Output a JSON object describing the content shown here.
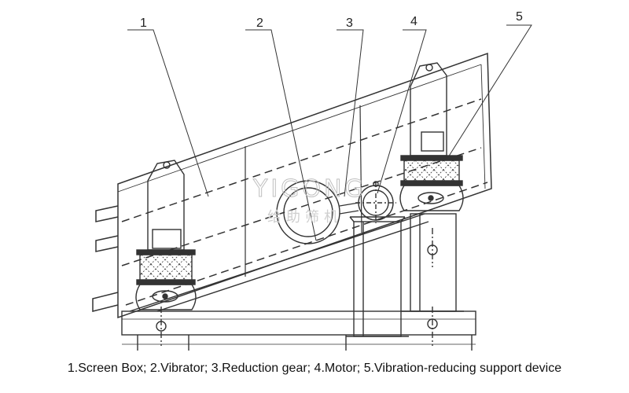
{
  "labels": [
    "1",
    "2",
    "3",
    "4",
    "5"
  ],
  "caption": "1.Screen Box; 2.Vibrator; 3.Reduction gear; 4.Motor; 5.Vibration-reducing support device",
  "watermark": {
    "brand": "YIGONG",
    "chinese": "给助筛机"
  }
}
